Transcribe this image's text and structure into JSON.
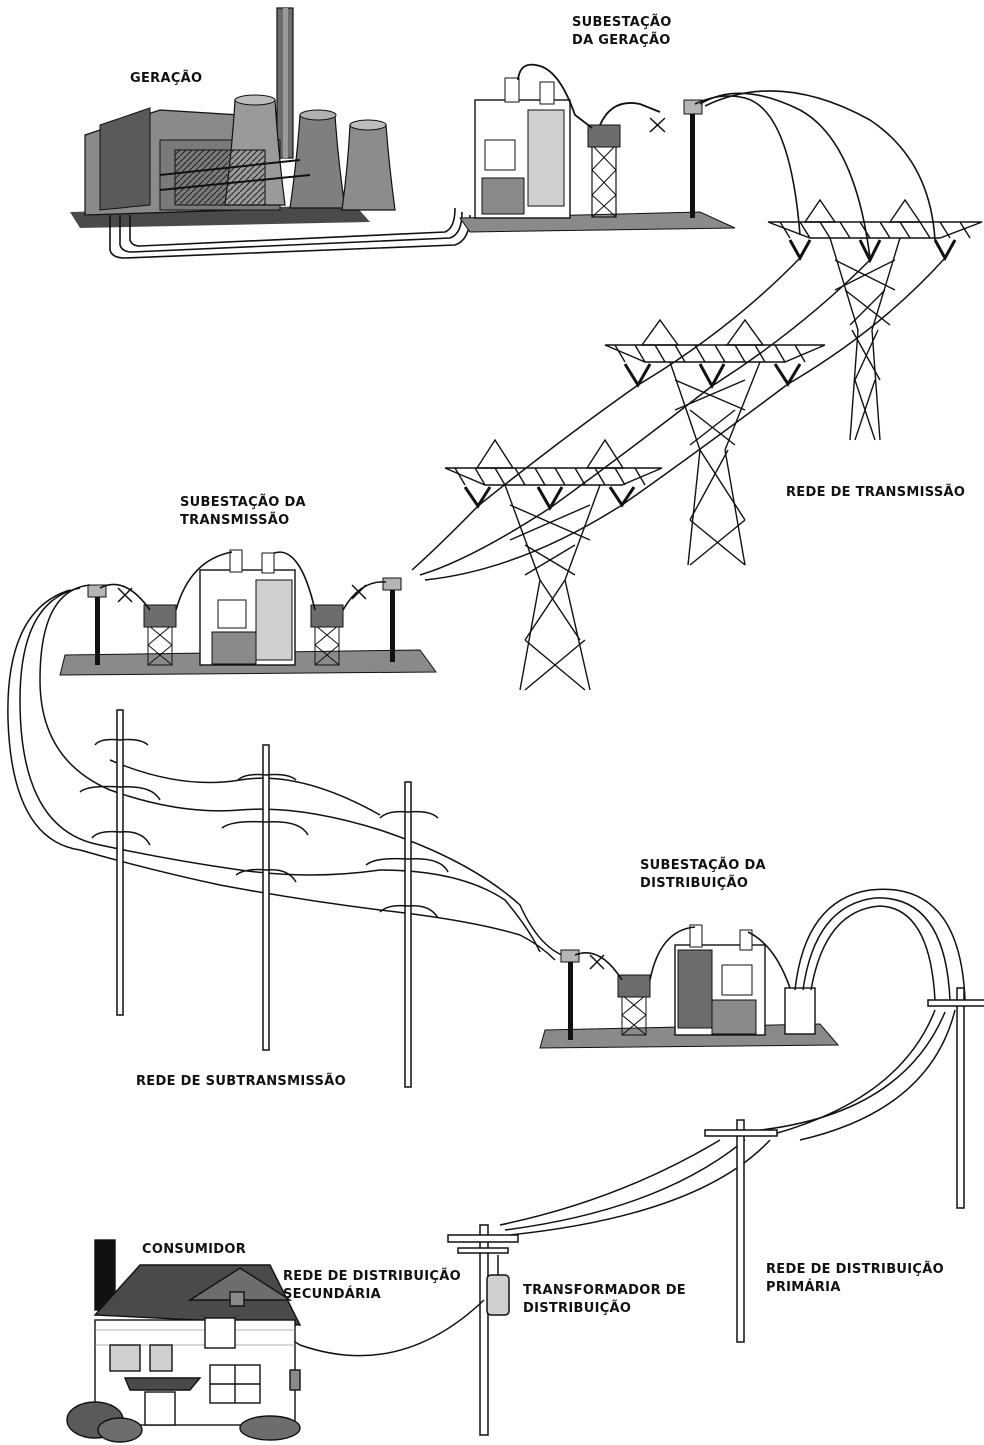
{
  "labels": {
    "generation": "GERAÇÃO",
    "generation_substation": "SUBESTAÇÃO\nDA GERAÇÃO",
    "transmission_network": "REDE DE TRANSMISSÃO",
    "transmission_substation": "SUBESTAÇÃO DA\nTRANSMISSÃO",
    "distribution_substation": "SUBESTAÇÃO DA\nDISTRIBUIÇÃO",
    "subtransmission_network": "REDE DE SUBTRANSMISSÃO",
    "consumer": "CONSUMIDOR",
    "secondary_distribution": "REDE DE DISTRIBUIÇÃO\nSECUNDÁRIA",
    "distribution_transformer": "TRANSFORMADOR DE\nDISTRIBUIÇÃO",
    "primary_distribution": "REDE DE DISTRIBUIÇÃO\nPRIMÁRIA"
  },
  "colors": {
    "ink": "#111111",
    "mid_gray": "#6d6d6d",
    "light_gray": "#b5b5b5",
    "dark_gray": "#3a3a3a"
  },
  "icons": [
    "power-plant-icon",
    "substation-icon",
    "transmission-tower-icon",
    "utility-pole-icon",
    "pole-transformer-icon",
    "house-icon"
  ]
}
